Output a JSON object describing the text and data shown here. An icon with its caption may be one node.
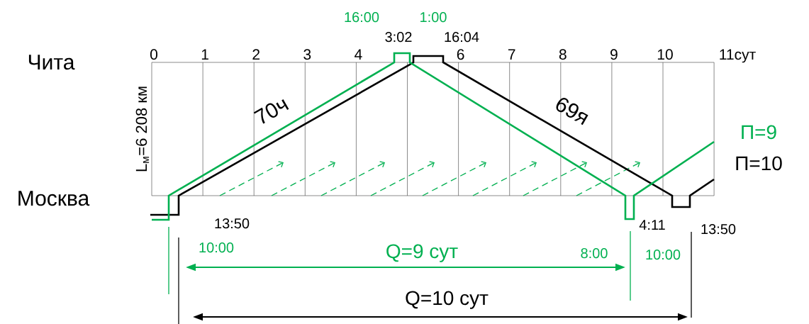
{
  "diagram": {
    "labels": [
      "16:00",
      "1:00",
      "3:02",
      "16:04",
      "Чита",
      "0",
      "1",
      "2",
      "3",
      "4",
      "6",
      "7",
      "8",
      "9",
      "10",
      "11сут",
      "70ч",
      "69я",
      "П=9",
      "L$_{м}$=6 208 км",
      "П=10",
      "Москва",
      "13:50",
      "4:11",
      "13:50",
      "10:00",
      "Q=9 сут",
      "8:00",
      "10:00",
      "Q=10 сут"
    ]
  }
}
